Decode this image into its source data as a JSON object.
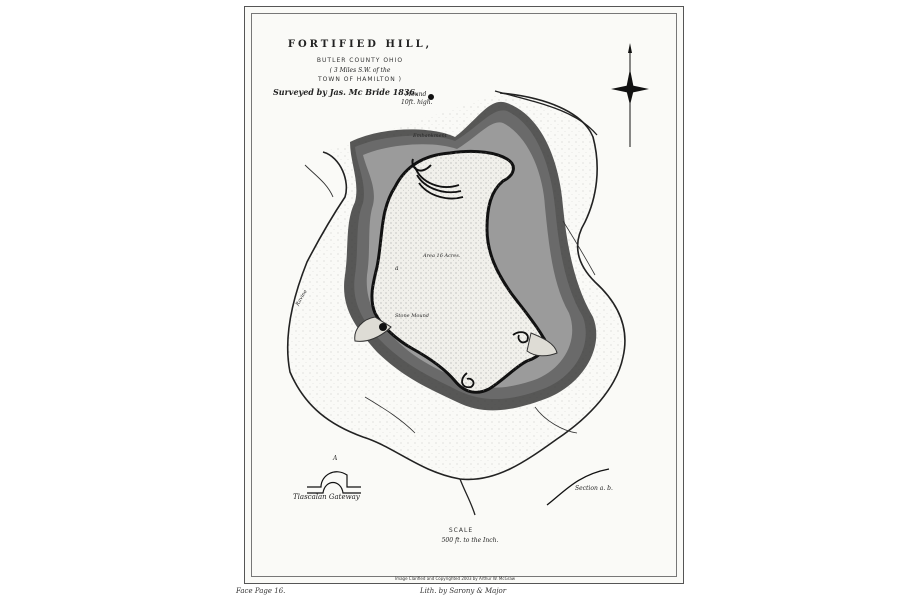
{
  "title": "FORTIFIED HILL,",
  "subtitle_county": "BUTLER COUNTY OHIO",
  "subtitle_location": "( 3 Miles S.W. of the",
  "subtitle_town": "TOWN OF HAMILTON )",
  "surveyor": "Surveyed by Jas. Mc Bride 1836.",
  "labels": {
    "mound": "Mound",
    "mound_height": "10ft. high.",
    "embankment": "Embankment",
    "area": "Area 16 Acres.",
    "stone_mound": "Stone Mound",
    "ravine": "Ravine",
    "section_mark": "a",
    "gateway_mark": "A",
    "gateway": "Tlascalan Gateway",
    "section": "Section a. b."
  },
  "scale": {
    "label": "SCALE",
    "value": "500 ft. to the Inch."
  },
  "footer": {
    "copyright": "Image Clarified and Copyrighted 2003 by Arthur W. McGraw",
    "page": "Face Page 16.",
    "lithographer": "Lith. by Sarony & Major"
  },
  "icons": [
    "compass-rose-icon"
  ]
}
